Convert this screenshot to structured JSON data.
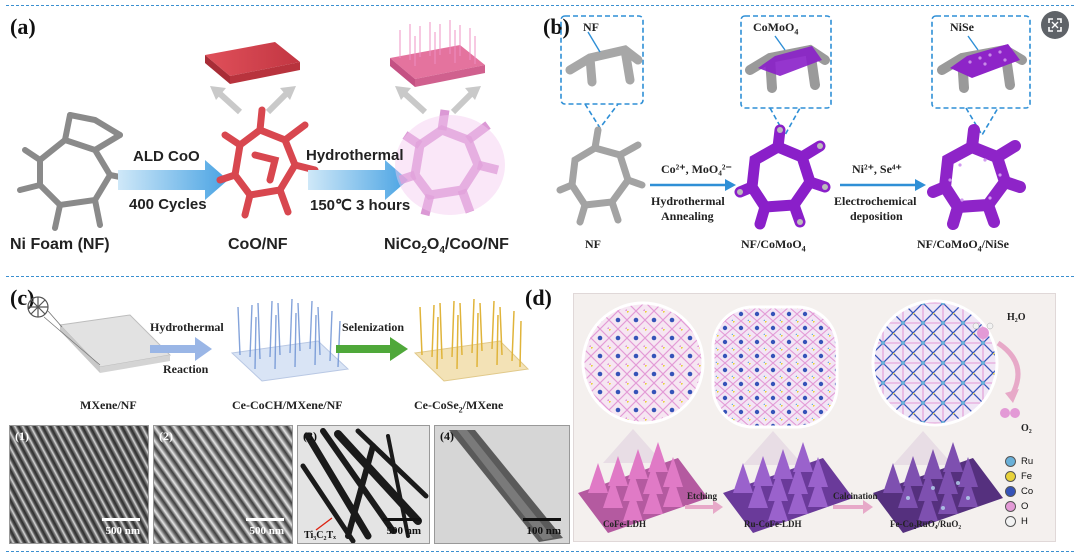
{
  "panels": {
    "a": {
      "label": "(a)",
      "ni_foam": "Ni Foam (NF)",
      "step1_top": "ALD CoO",
      "step1_bottom": "400 Cycles",
      "coo": "CoO/NF",
      "step2_top": "Hydrothermal",
      "step2_bottom": "150℃ 3 hours",
      "product_prefix": "NiCo",
      "product_sub1": "2",
      "product_mid": "O",
      "product_sub2": "4",
      "product_suffix": "/CoO/NF"
    },
    "b": {
      "label": "(b)",
      "inset1": "NF",
      "inset2_prefix": "CoMoO",
      "inset2_sub": "4",
      "inset3": "NiSe",
      "nf": "NF",
      "ions1": "Co²⁺, MoO₄²⁻",
      "step1_top": "Hydrothermal",
      "step1_bottom": "Annealing",
      "mid_prefix": "NF/CoMoO",
      "mid_sub": "4",
      "ions2": "Ni²⁺, Se⁴⁺",
      "step2_top": "Electrochemical",
      "step2_bottom": "deposition",
      "end_prefix": "NF/CoMoO",
      "end_sub": "4",
      "end_suffix": "/NiSe"
    },
    "c": {
      "label": "(c)",
      "mxene": "MXene/NF",
      "step1_top": "Hydrothermal",
      "step1_bottom": "Reaction",
      "mid": "Ce-CoCH/MXene/NF",
      "step2": "Selenization",
      "end_prefix": "Ce-CoSe",
      "end_sub": "2",
      "end_suffix": "/MXene",
      "images": [
        {
          "num": "(1)",
          "scale": "500 nm"
        },
        {
          "num": "(2)",
          "scale": "500 nm"
        },
        {
          "num": "(3)",
          "scale": "500 nm",
          "note": "Ti₃C₂Tₓ"
        },
        {
          "num": "(4)",
          "scale": "100 nm"
        }
      ]
    },
    "d": {
      "label": "(d)",
      "cofe": "CoFe-LDH",
      "step1": "Etching",
      "ru_cofe": "Ru-CoFe-LDH",
      "step2": "Calcination",
      "end": "Fe-Co₂RuO₄/RuO₂",
      "h2o": "H₂O",
      "o2": "O₂",
      "legend": [
        {
          "name": "Ru",
          "color": "#6ab0d8"
        },
        {
          "name": "Fe",
          "color": "#e8d23a"
        },
        {
          "name": "Co",
          "color": "#3553b8"
        },
        {
          "name": "O",
          "color": "#e39ad6"
        },
        {
          "name": "H",
          "color": "#f2f2f2"
        }
      ]
    }
  },
  "colors": {
    "divider": "#3b8fd0",
    "arrow": "#5aa9e6",
    "coo_red": "#d8474f",
    "product_pink": "#e6a6e0",
    "cobalt_purple": "#8a1fc9",
    "mxene_blue": "#7b9ed8",
    "cose_yellow": "#e0b43a",
    "selenization_green": "#4fa83a"
  }
}
